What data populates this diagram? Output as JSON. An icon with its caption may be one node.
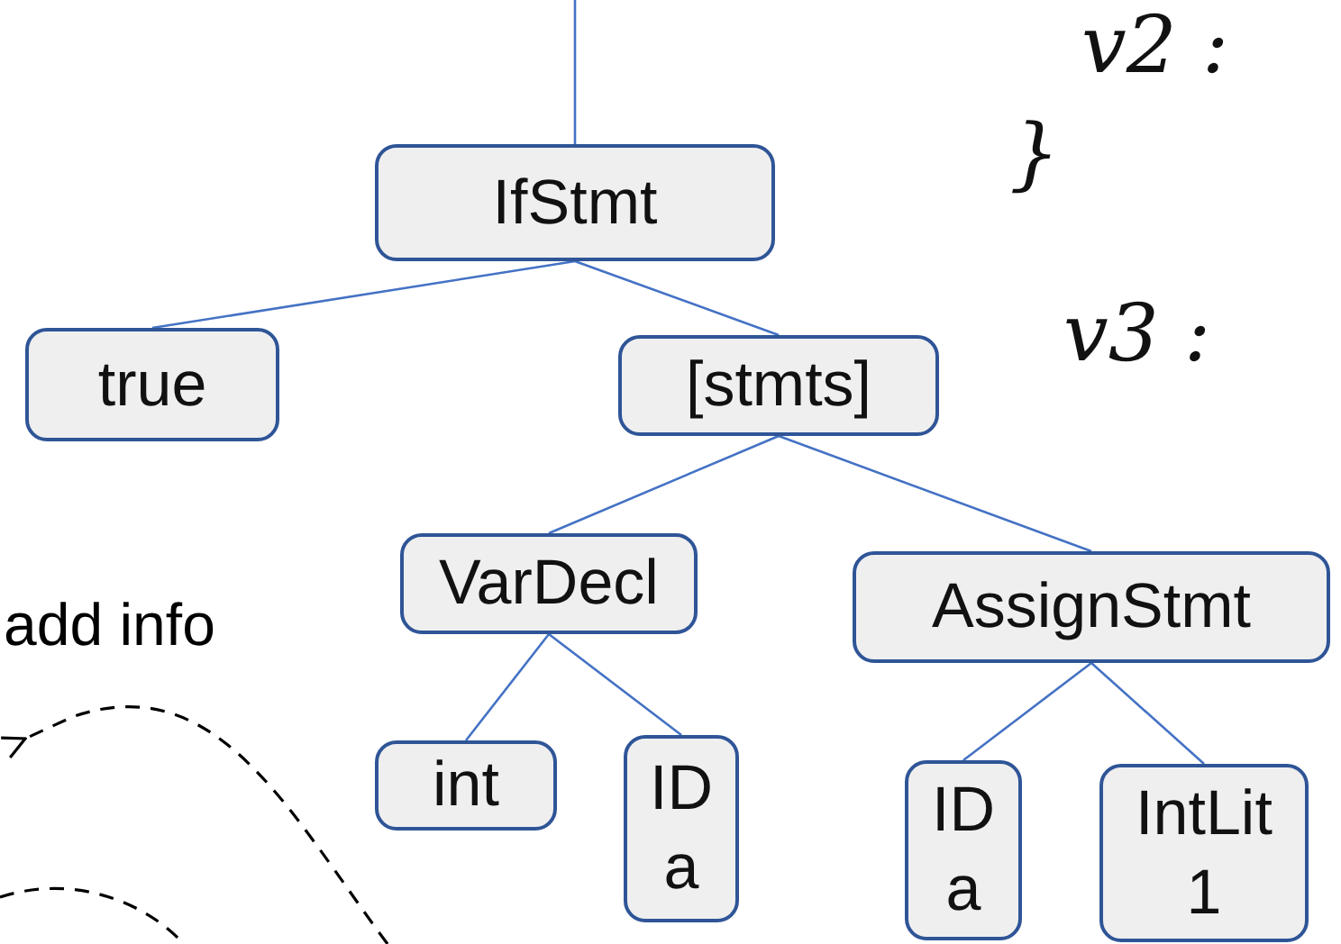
{
  "diagram": {
    "nodes": [
      {
        "text": [
          "IfStmt"
        ]
      },
      {
        "text": [
          "true"
        ]
      },
      {
        "text": [
          "[stmts]"
        ]
      },
      {
        "text": [
          "VarDecl"
        ]
      },
      {
        "text": [
          "AssignStmt"
        ]
      },
      {
        "text": [
          "int"
        ]
      },
      {
        "text": [
          "ID a"
        ]
      },
      {
        "text": [
          "ID a"
        ]
      },
      {
        "text": [
          "IntLit 1"
        ]
      }
    ],
    "edges": [
      {
        "from": null,
        "to": 0,
        "arrow": "none"
      },
      {
        "from": 0,
        "to": 1,
        "arrow": "none"
      },
      {
        "from": 0,
        "to": 2,
        "arrow": "none"
      },
      {
        "from": 2,
        "to": 3,
        "arrow": "none"
      },
      {
        "from": 2,
        "to": 4,
        "arrow": "none"
      },
      {
        "from": 3,
        "to": 5,
        "arrow": "none"
      },
      {
        "from": 3,
        "to": 6,
        "arrow": "none"
      },
      {
        "from": 4,
        "to": 7,
        "arrow": "none"
      },
      {
        "from": 4,
        "to": 8,
        "arrow": "none"
      }
    ],
    "labels": [
      "v2 :",
      "}",
      "v3 :",
      "add info"
    ]
  }
}
